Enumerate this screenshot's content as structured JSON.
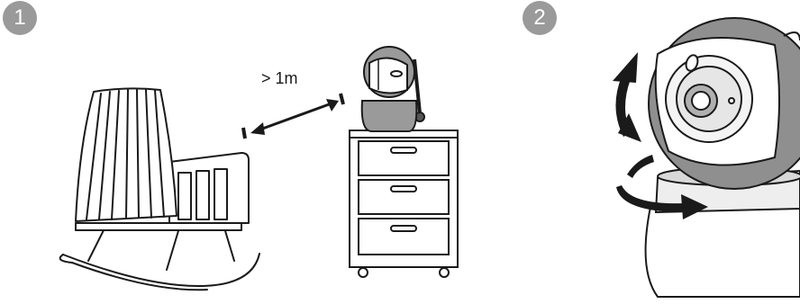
{
  "steps": [
    {
      "number": "1"
    },
    {
      "number": "2"
    }
  ],
  "distance_label": "> 1m"
}
